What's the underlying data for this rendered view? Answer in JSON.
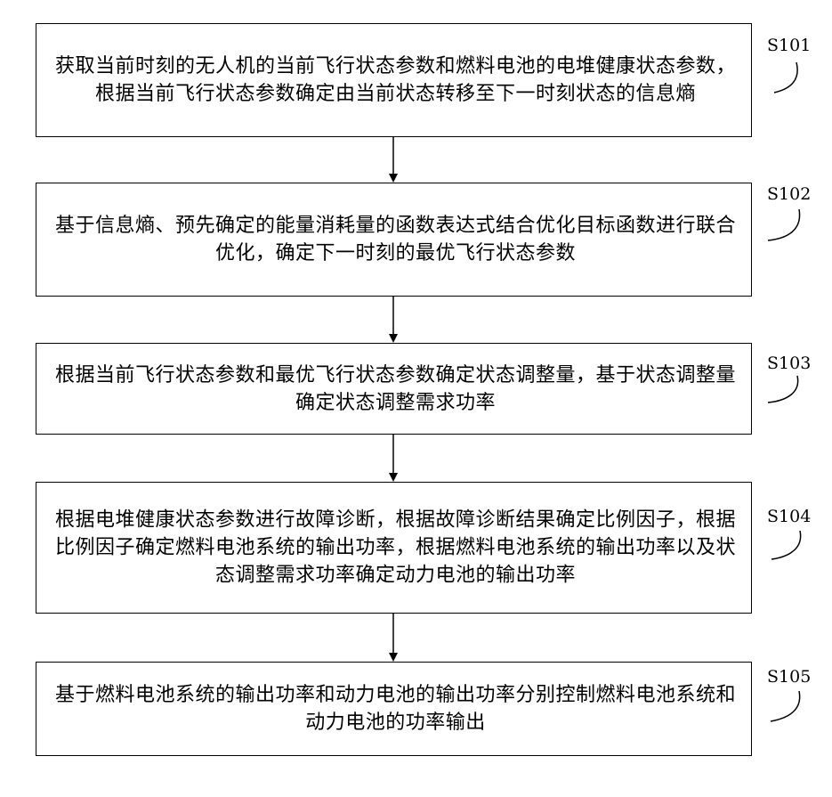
{
  "steps": [
    {
      "id": "S101",
      "text": "获取当前时刻的无人机的当前飞行状态参数和燃料电池的电堆健康状态参数，根据当前飞行状态参数确定由当前状态转移至下一时刻状态的信息熵"
    },
    {
      "id": "S102",
      "text": "基于信息熵、预先确定的能量消耗量的函数表达式结合优化目标函数进行联合优化，确定下一时刻的最优飞行状态参数"
    },
    {
      "id": "S103",
      "text": "根据当前飞行状态参数和最优飞行状态参数确定状态调整量，基于状态调整量确定状态调整需求功率"
    },
    {
      "id": "S104",
      "text": "根据电堆健康状态参数进行故障诊断，根据故障诊断结果确定比例因子，根据比例因子确定燃料电池系统的输出功率，根据燃料电池系统的输出功率以及状态调整需求功率确定动力电池的输出功率"
    },
    {
      "id": "S105",
      "text": "基于燃料电池系统的输出功率和动力电池的输出功率分别控制燃料电池系统和动力电池的功率输出"
    }
  ]
}
